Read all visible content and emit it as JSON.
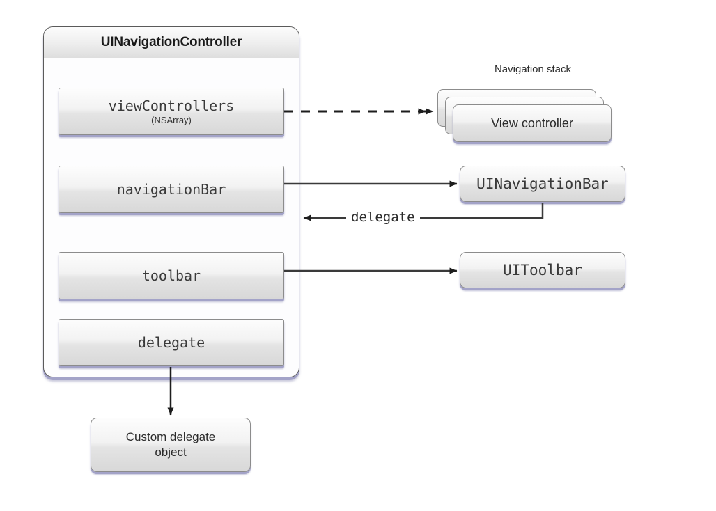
{
  "diagram": {
    "title": "UINavigationController",
    "background_color": "#ffffff",
    "shadow_color": "#a3a3c8",
    "border_color": "#8c8c8c"
  },
  "container": {
    "header_title": "UINavigationController",
    "properties": [
      {
        "name": "viewControllers",
        "type_annotation": "(NSArray)"
      },
      {
        "name": "navigationBar",
        "type_annotation": ""
      },
      {
        "name": "toolbar",
        "type_annotation": ""
      },
      {
        "name": "delegate",
        "type_annotation": ""
      }
    ]
  },
  "navigation_stack": {
    "label": "Navigation stack",
    "card_label": "View controller",
    "card_count": 3
  },
  "targets": {
    "navigation_bar": "UINavigationBar",
    "toolbar": "UIToolbar",
    "custom_delegate_line1": "Custom delegate",
    "custom_delegate_line2": "object"
  },
  "edges": [
    {
      "id": "viewcontrollers-to-stack",
      "style": "dashed",
      "arrowhead": "double",
      "label": ""
    },
    {
      "id": "navigationbar-to-uinavigationbar",
      "style": "solid",
      "arrowhead": "single",
      "label": ""
    },
    {
      "id": "uinavigationbar-to-container",
      "style": "solid",
      "arrowhead": "single",
      "label": "delegate"
    },
    {
      "id": "toolbar-to-uitoolbar",
      "style": "solid",
      "arrowhead": "single",
      "label": ""
    },
    {
      "id": "delegate-to-custom-object",
      "style": "solid",
      "arrowhead": "single",
      "label": ""
    }
  ]
}
